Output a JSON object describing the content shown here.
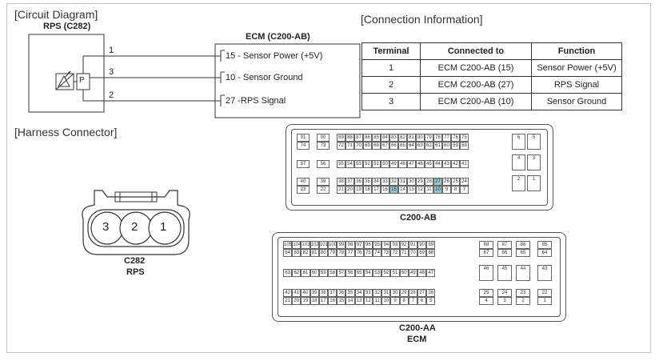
{
  "circuit": {
    "section_title": "[Circuit Diagram]",
    "rps_title": "RPS (C282)",
    "ecm_title": "ECM (C200-AB)",
    "pins": [
      "1",
      "3",
      "2"
    ],
    "ecm_pins": [
      "15 - Sensor Power (+5V)",
      "10 - Sensor Ground",
      "27 -RPS Signal"
    ],
    "sensor_label": "P"
  },
  "connection": {
    "section_title": "[Connection Information]",
    "headers": [
      "Terminal",
      "Connected to",
      "Function"
    ],
    "rows": [
      [
        "1",
        "ECM C200-AB (15)",
        "Sensor Power (+5V)"
      ],
      [
        "2",
        "ECM C200-AB (27)",
        "RPS Signal"
      ],
      [
        "3",
        "ECM C200-AB (10)",
        "Sensor Ground"
      ]
    ]
  },
  "harness": {
    "section_title": "[Harness Connector]",
    "c282_pins": [
      "3",
      "2",
      "1"
    ],
    "c282_name": "C282",
    "c282_component": "RPS",
    "c200ab_name": "C200-AB",
    "c200aa_name": "C200-AA",
    "ecm_label": "ECM",
    "c200ab_highlight": [
      "15",
      "27",
      "10"
    ],
    "c200ab_rows": [
      [
        "91",
        "90",
        "89",
        "88",
        "87",
        "86",
        "85",
        "84",
        "83",
        "82",
        "81",
        "80",
        "79",
        "78",
        "77",
        "76",
        "75",
        "6",
        "5"
      ],
      [
        "74",
        "73",
        "72",
        "71",
        "70",
        "69",
        "68",
        "67",
        "66",
        "65",
        "64",
        "63",
        "62",
        "61",
        "60",
        "59",
        "58"
      ],
      [
        "57",
        "56",
        "55",
        "54",
        "53",
        "52",
        "51",
        "50",
        "49",
        "48",
        "47",
        "46",
        "45",
        "44",
        "43",
        "42",
        "41",
        "4",
        "3"
      ],
      [
        "40",
        "39",
        "38",
        "37",
        "36",
        "35",
        "34",
        "33",
        "32",
        "31",
        "30",
        "29",
        "28",
        "27",
        "26",
        "25",
        "24",
        "2",
        "1"
      ],
      [
        "23",
        "22",
        "21",
        "20",
        "19",
        "18",
        "17",
        "16",
        "15",
        "14",
        "13",
        "12",
        "11",
        "10",
        "9",
        "8",
        "7"
      ]
    ],
    "c200aa_rows": [
      [
        "105",
        "104",
        "103",
        "102",
        "101",
        "100",
        "99",
        "98",
        "97",
        "96",
        "95",
        "94",
        "93",
        "92",
        "91",
        "90",
        "89",
        "88",
        "87",
        "86",
        "85"
      ],
      [
        "84",
        "83",
        "82",
        "81",
        "80",
        "79",
        "78",
        "77",
        "76",
        "75",
        "74",
        "73",
        "72",
        "71",
        "70",
        "69",
        "68",
        "67",
        "66",
        "65",
        "64"
      ],
      [
        "63",
        "62",
        "61",
        "60",
        "59",
        "58",
        "57",
        "56",
        "55",
        "54",
        "53",
        "52",
        "51",
        "50",
        "49",
        "48",
        "47",
        "46",
        "45",
        "44",
        "43"
      ],
      [
        "42",
        "41",
        "40",
        "39",
        "38",
        "37",
        "36",
        "35",
        "34",
        "33",
        "32",
        "31",
        "30",
        "29",
        "28",
        "27",
        "26",
        "25",
        "24",
        "23",
        "22"
      ],
      [
        "21",
        "20",
        "19",
        "18",
        "17",
        "16",
        "15",
        "14",
        "13",
        "12",
        "11",
        "10",
        "9",
        "8",
        "7",
        "6",
        "5",
        "4",
        "3",
        "2",
        "1"
      ]
    ]
  }
}
